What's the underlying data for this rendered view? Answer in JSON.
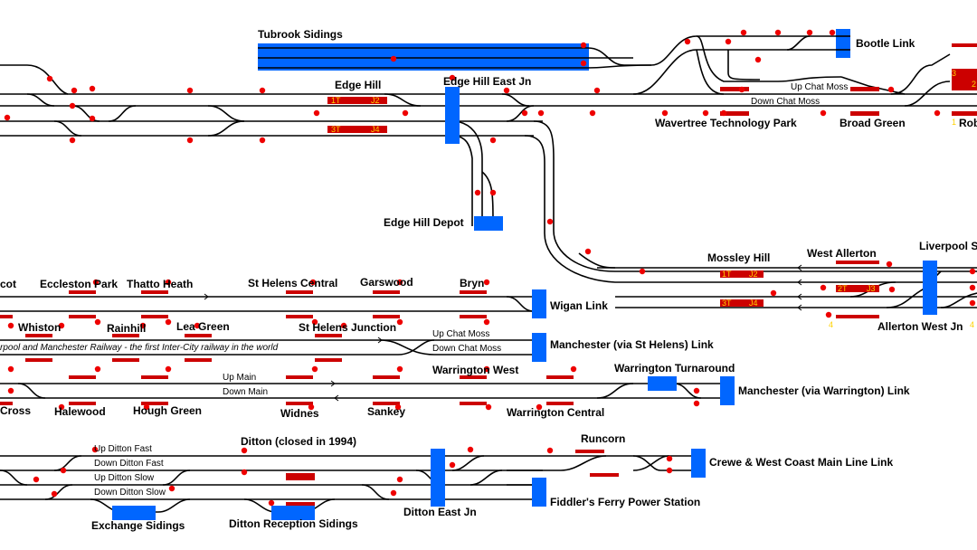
{
  "stations": [
    {
      "id": "tubrook",
      "text": "Tubrook Sidings"
    },
    {
      "id": "edgehill",
      "text": "Edge Hill"
    },
    {
      "id": "edgehilleast",
      "text": "Edge Hill East Jn"
    },
    {
      "id": "bootle",
      "text": "Bootle Link"
    },
    {
      "id": "wavertree",
      "text": "Wavertree Technology Park"
    },
    {
      "id": "broadgreen",
      "text": "Broad Green"
    },
    {
      "id": "rob",
      "text": "Rob"
    },
    {
      "id": "depot",
      "text": "Edge Hill Depot"
    },
    {
      "id": "mossley",
      "text": "Mossley Hill"
    },
    {
      "id": "westallerton",
      "text": "West Allerton"
    },
    {
      "id": "liverpoolsth",
      "text": "Liverpool S"
    },
    {
      "id": "allertonwest",
      "text": "Allerton West Jn"
    },
    {
      "id": "cot",
      "text": "cot"
    },
    {
      "id": "eccleston",
      "text": "Eccleston Park"
    },
    {
      "id": "thatto",
      "text": "Thatto Heath"
    },
    {
      "id": "sthelens",
      "text": "St Helens Central"
    },
    {
      "id": "garswood",
      "text": "Garswood"
    },
    {
      "id": "bryn",
      "text": "Bryn"
    },
    {
      "id": "wigan",
      "text": "Wigan Link"
    },
    {
      "id": "whiston",
      "text": "Whiston"
    },
    {
      "id": "rainhill",
      "text": "Rainhill"
    },
    {
      "id": "leagreen",
      "text": "Lea Green"
    },
    {
      "id": "sthelensjn",
      "text": "St Helens Junction"
    },
    {
      "id": "manchestersth",
      "text": "Manchester (via St Helens) Link"
    },
    {
      "id": "warringtonwest",
      "text": "Warrington West"
    },
    {
      "id": "warringtonturn",
      "text": "Warrington Turnaround"
    },
    {
      "id": "manchesterwarr",
      "text": "Manchester (via Warrington) Link"
    },
    {
      "id": "cross",
      "text": "Cross"
    },
    {
      "id": "halewood",
      "text": "Halewood"
    },
    {
      "id": "hough",
      "text": "Hough Green"
    },
    {
      "id": "widnes",
      "text": "Widnes"
    },
    {
      "id": "sankey",
      "text": "Sankey"
    },
    {
      "id": "warringtoncentral",
      "text": "Warrington Central"
    },
    {
      "id": "ditton",
      "text": "Ditton (closed in 1994)"
    },
    {
      "id": "runcorn",
      "text": "Runcorn"
    },
    {
      "id": "crewe",
      "text": "Crewe & West Coast Main Line Link"
    },
    {
      "id": "fiddlers",
      "text": "Fiddler's Ferry Power Station"
    },
    {
      "id": "dittoneast",
      "text": "Ditton East Jn"
    },
    {
      "id": "exchange",
      "text": "Exchange Sidings"
    },
    {
      "id": "dittonrec",
      "text": "Ditton Reception Sidings"
    }
  ],
  "line_labels": [
    {
      "id": "upchat1",
      "text": "Up Chat Moss"
    },
    {
      "id": "downchat1",
      "text": "Down Chat Moss"
    },
    {
      "id": "upchat2",
      "text": "Up Chat Moss"
    },
    {
      "id": "downchat2",
      "text": "Down Chat Moss"
    },
    {
      "id": "upmain",
      "text": "Up Main"
    },
    {
      "id": "downmain",
      "text": "Down Main"
    },
    {
      "id": "upditfast",
      "text": "Up Ditton Fast"
    },
    {
      "id": "downditfast",
      "text": "Down Ditton Fast"
    },
    {
      "id": "upditslow",
      "text": "Up Ditton Slow"
    },
    {
      "id": "downditslow",
      "text": "Down Ditton Slow"
    }
  ],
  "banner": "rpool and Manchester Railway - the first Inter-City railway in the world",
  "codes": {
    "c1": "1T",
    "c2": "J2",
    "c3": "3T",
    "c4": "J4",
    "c5": "1T",
    "c6": "J2",
    "c7": "2T",
    "c8": "J3",
    "c9": "3T",
    "c10": "J4",
    "c11": "4",
    "c12": "4",
    "c13": "3",
    "c14": "2",
    "c15": "1"
  },
  "colors": {
    "track": "#000000",
    "block": "#0066ff",
    "platform": "#cc0000",
    "signal": "#ee0000",
    "code": "#ffd200"
  }
}
